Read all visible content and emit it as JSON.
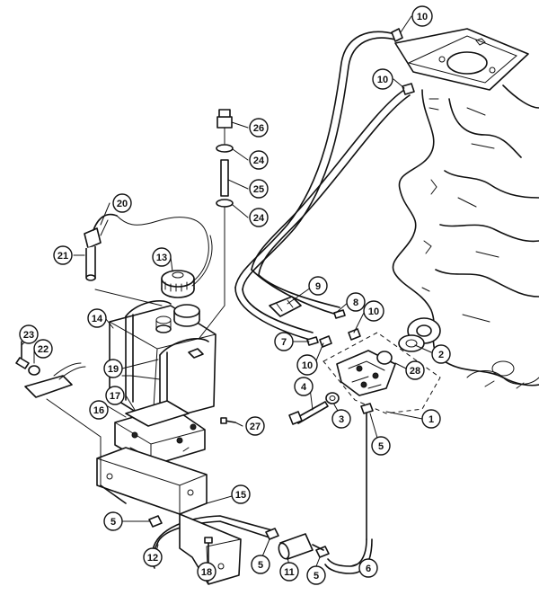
{
  "callouts": [
    {
      "id": "1",
      "label": "1"
    },
    {
      "id": "2",
      "label": "2"
    },
    {
      "id": "3",
      "label": "3"
    },
    {
      "id": "4",
      "label": "4"
    },
    {
      "id": "5a",
      "label": "5"
    },
    {
      "id": "5b",
      "label": "5"
    },
    {
      "id": "5c",
      "label": "5"
    },
    {
      "id": "5d",
      "label": "5"
    },
    {
      "id": "6",
      "label": "6"
    },
    {
      "id": "7",
      "label": "7"
    },
    {
      "id": "8",
      "label": "8"
    },
    {
      "id": "9",
      "label": "9"
    },
    {
      "id": "10a",
      "label": "10"
    },
    {
      "id": "10b",
      "label": "10"
    },
    {
      "id": "10c",
      "label": "10"
    },
    {
      "id": "10d",
      "label": "10"
    },
    {
      "id": "11",
      "label": "11"
    },
    {
      "id": "12",
      "label": "12"
    },
    {
      "id": "13",
      "label": "13"
    },
    {
      "id": "14",
      "label": "14"
    },
    {
      "id": "15",
      "label": "15"
    },
    {
      "id": "16",
      "label": "16"
    },
    {
      "id": "17",
      "label": "17"
    },
    {
      "id": "18",
      "label": "18"
    },
    {
      "id": "19",
      "label": "19"
    },
    {
      "id": "20",
      "label": "20"
    },
    {
      "id": "21",
      "label": "21"
    },
    {
      "id": "22",
      "label": "22"
    },
    {
      "id": "23",
      "label": "23"
    },
    {
      "id": "24a",
      "label": "24"
    },
    {
      "id": "24b",
      "label": "24"
    },
    {
      "id": "25",
      "label": "25"
    },
    {
      "id": "26",
      "label": "26"
    },
    {
      "id": "27",
      "label": "27"
    },
    {
      "id": "28",
      "label": "28"
    }
  ]
}
